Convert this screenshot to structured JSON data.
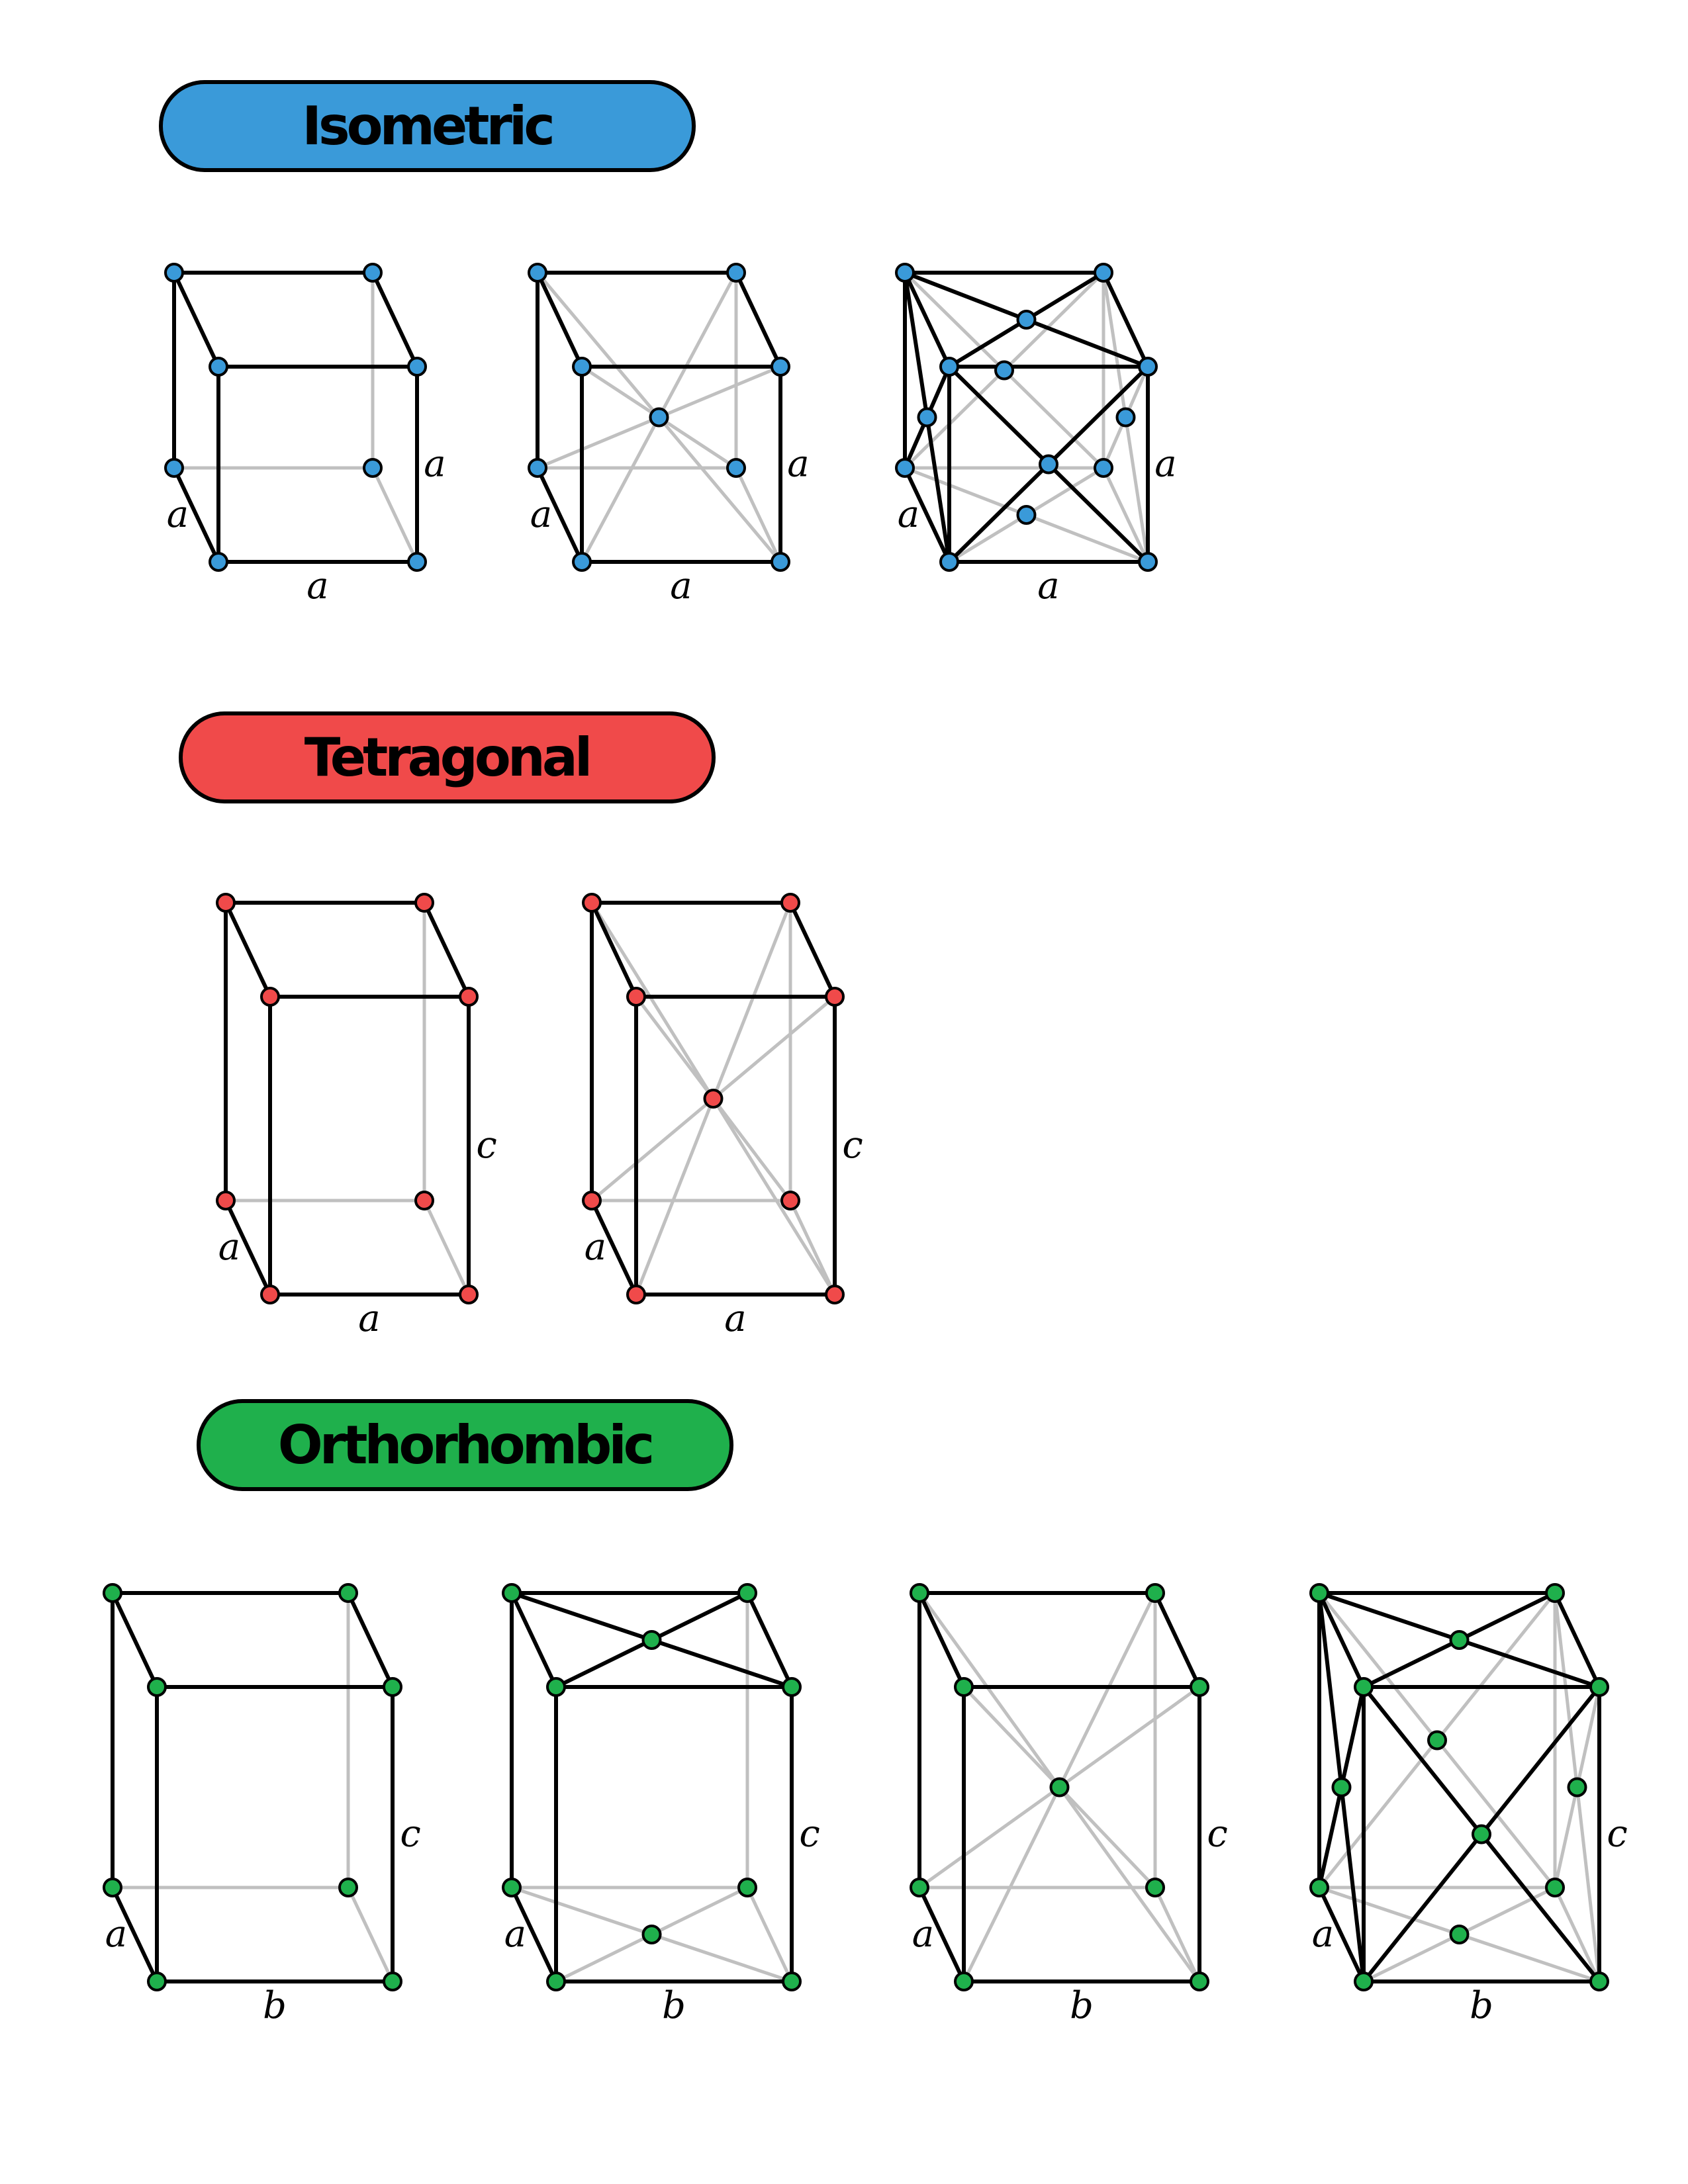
{
  "colors": {
    "isometric": "#3a9ad9",
    "tetragonal": "#f04a4a",
    "orthorhombic": "#1fb04c",
    "front_edge": "#000000",
    "back_edge": "#c0c0c0"
  },
  "sections": [
    {
      "key": "isometric",
      "title": "Isometric",
      "lattices": [
        {
          "type": "P",
          "labels": {
            "width": "a",
            "depth": "a",
            "height": "a"
          }
        },
        {
          "type": "I",
          "labels": {
            "width": "a",
            "depth": "a",
            "height": "a"
          }
        },
        {
          "type": "F",
          "labels": {
            "width": "a",
            "depth": "a",
            "height": "a"
          }
        }
      ]
    },
    {
      "key": "tetragonal",
      "title": "Tetragonal",
      "lattices": [
        {
          "type": "P",
          "labels": {
            "width": "a",
            "depth": "a",
            "height": "c"
          }
        },
        {
          "type": "I",
          "labels": {
            "width": "a",
            "depth": "a",
            "height": "c"
          }
        }
      ]
    },
    {
      "key": "orthorhombic",
      "title": "Orthorhombic",
      "lattices": [
        {
          "type": "P",
          "labels": {
            "width": "b",
            "depth": "a",
            "height": "c"
          }
        },
        {
          "type": "C",
          "labels": {
            "width": "b",
            "depth": "a",
            "height": "c"
          }
        },
        {
          "type": "I",
          "labels": {
            "width": "b",
            "depth": "a",
            "height": "c"
          }
        },
        {
          "type": "F",
          "labels": {
            "width": "b",
            "depth": "a",
            "height": "c"
          }
        }
      ]
    }
  ]
}
